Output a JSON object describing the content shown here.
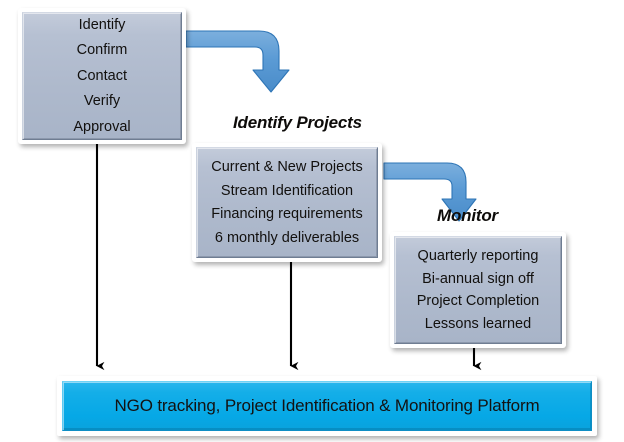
{
  "diagram": {
    "title": "NGO tracking, Project Identification & Monitoring Platform flow",
    "colors": {
      "box_fill": "#b0bbcd",
      "box_border": "#7e8ba0",
      "blue_arrow_fill": "#5b9bd5",
      "blue_arrow_border": "#2e75b6",
      "platform_fill": "#0aa8e6",
      "black_arrow": "#000000",
      "text": "#12100e",
      "background": "#ffffff"
    }
  },
  "stage1": {
    "name": "stage-one",
    "items": [
      "Identify",
      "Confirm",
      "Contact",
      "Verify",
      "Approval"
    ]
  },
  "stage2": {
    "name": "stage-two",
    "caption": "Identify Projects",
    "items": [
      "Current & New Projects",
      "Stream Identification",
      "Financing requirements",
      "6 monthly  deliverables"
    ]
  },
  "stage3": {
    "name": "stage-three",
    "caption": "Monitor",
    "items": [
      "Quarterly reporting",
      "Bi-annual sign off",
      "Project Completion",
      "Lessons learned"
    ]
  },
  "platform": {
    "label": "NGO tracking, Project Identification & Monitoring Platform"
  },
  "connectors": {
    "bent_arrow_1": "bent-arrow-stage1-to-stage2",
    "bent_arrow_2": "bent-arrow-stage2-to-stage3",
    "down_arrow_1": "down-arrow-stage1-to-platform",
    "down_arrow_2": "down-arrow-stage2-to-platform",
    "down_arrow_3": "down-arrow-stage3-to-platform"
  }
}
